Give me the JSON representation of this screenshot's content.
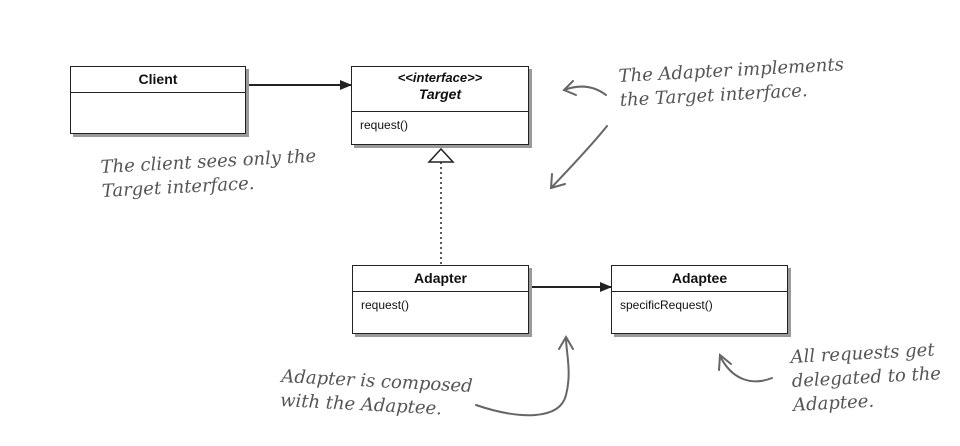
{
  "classes": {
    "client": {
      "name": "Client"
    },
    "target": {
      "stereotype": "<<interface>>",
      "name": "Target",
      "method": "request()"
    },
    "adapter": {
      "name": "Adapter",
      "method": "request()"
    },
    "adaptee": {
      "name": "Adaptee",
      "method": "specificRequest()"
    }
  },
  "notes": {
    "client_note": [
      "The client sees only the",
      "Target interface."
    ],
    "adapter_implements": [
      "The Adapter implements",
      "the Target interface."
    ],
    "composed": [
      "Adapter is composed",
      "with the Adaptee."
    ],
    "delegated": [
      "All requests get",
      "delegated to the",
      "Adaptee."
    ]
  },
  "colors": {
    "line": "#222222",
    "note": "#555555",
    "shadow": "#9a9a9a"
  }
}
